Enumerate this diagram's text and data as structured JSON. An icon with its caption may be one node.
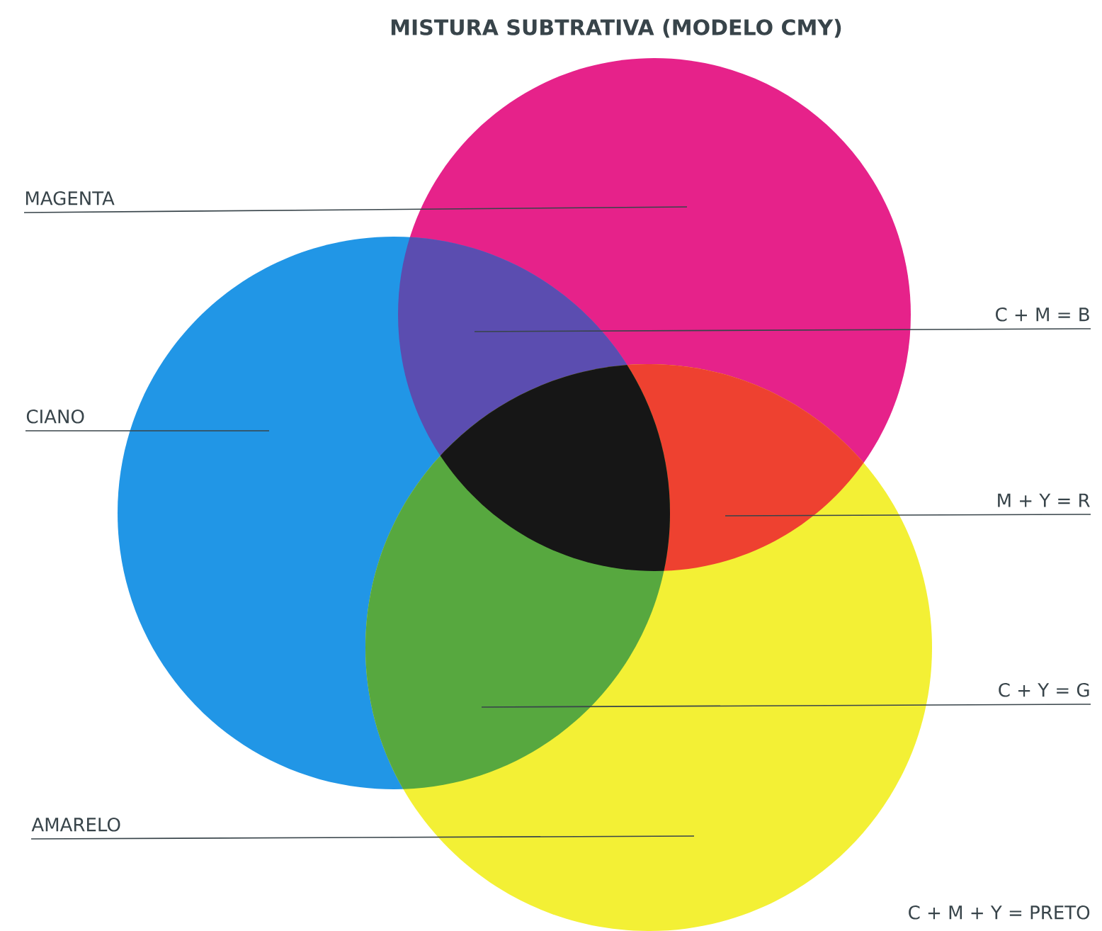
{
  "diagram": {
    "title": "MISTURA SUBTRATIVA (MODELO CMY)",
    "nodes": [
      {
        "text": [
          "MAGENTA"
        ]
      },
      {
        "text": [
          "C + M = B"
        ]
      },
      {
        "text": [
          "CIANO"
        ]
      },
      {
        "text": [
          "M + Y = R"
        ]
      },
      {
        "text": [
          "C + Y = G"
        ]
      },
      {
        "text": [
          "AMARELO"
        ]
      }
    ],
    "edges": [
      {
        "from": 0,
        "to": null,
        "arrow": "none"
      },
      {
        "from": 1,
        "to": null,
        "arrow": "none"
      },
      {
        "from": 2,
        "to": null,
        "arrow": "none"
      },
      {
        "from": 3,
        "to": null,
        "arrow": "none"
      },
      {
        "from": 4,
        "to": null,
        "arrow": "none"
      },
      {
        "from": 5,
        "to": null,
        "arrow": "none"
      }
    ],
    "labels": [
      "C + M + Y = PRETO"
    ]
  }
}
